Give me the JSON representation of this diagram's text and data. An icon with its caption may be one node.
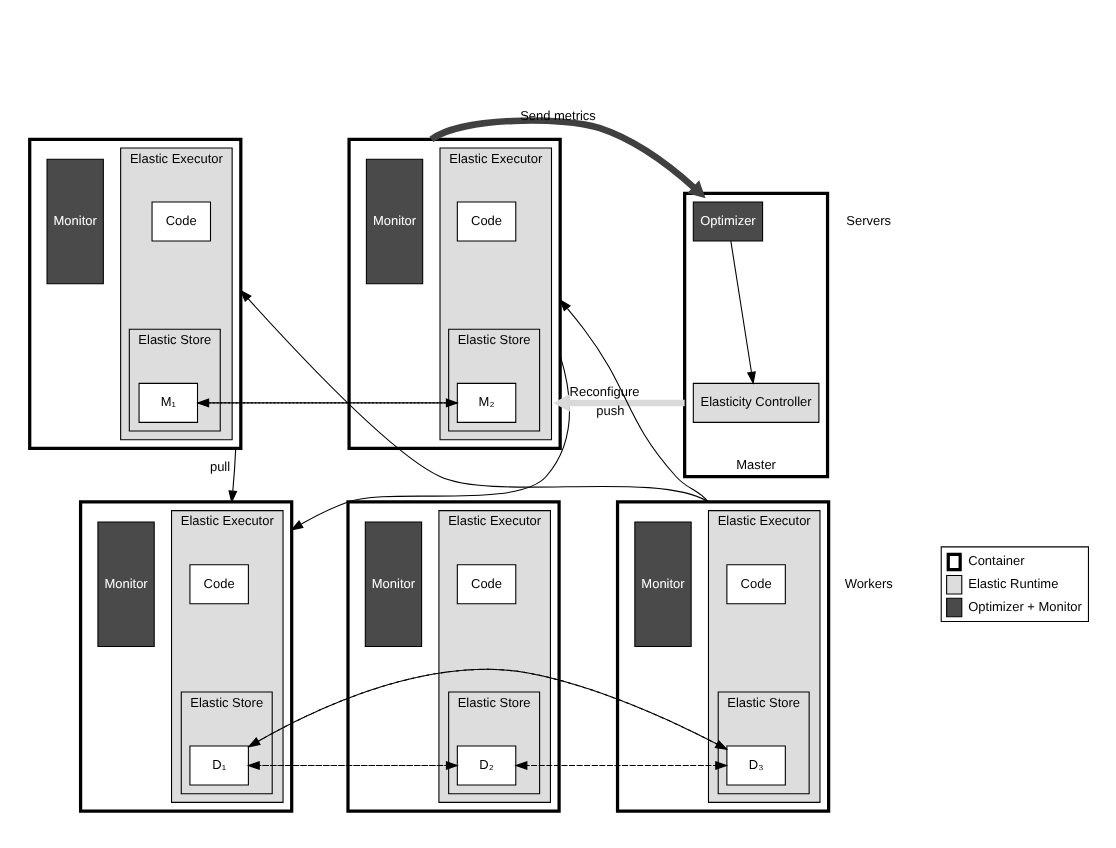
{
  "diagram": {
    "nodes": [
      {
        "text": [],
        "shape": "box"
      },
      {
        "text": [
          "Elastic Executor"
        ],
        "in": 0
      },
      {
        "text": [
          "Code"
        ],
        "in": 1
      },
      {
        "text": [
          "Elastic Store"
        ],
        "in": 1
      },
      {
        "text": [
          "M₁"
        ],
        "in": 3
      },
      {
        "text": [
          "Monitor"
        ],
        "in": 0
      },
      {
        "text": [],
        "shape": "box"
      },
      {
        "text": [
          "Elastic Executor"
        ],
        "in": 6
      },
      {
        "text": [
          "Code"
        ],
        "in": 7
      },
      {
        "text": [
          "Elastic Store"
        ],
        "in": 7
      },
      {
        "text": [
          "M₂"
        ],
        "in": 9
      },
      {
        "text": [
          "Monitor"
        ],
        "in": 6
      },
      {
        "text": [],
        "shape": "box",
        "beside": [
          "Master"
        ]
      },
      {
        "text": [
          "Optimizer"
        ],
        "in": 12
      },
      {
        "text": [
          "Elasticity Controller"
        ],
        "in": 12
      },
      {
        "text": [],
        "shape": "box"
      },
      {
        "text": [
          "Elastic Executor"
        ],
        "in": 15
      },
      {
        "text": [
          "Code"
        ],
        "in": 16
      },
      {
        "text": [
          "Elastic Store"
        ],
        "in": 16
      },
      {
        "text": [
          "D₁"
        ],
        "in": 18
      },
      {
        "text": [
          "Monitor"
        ],
        "in": 15
      },
      {
        "text": [],
        "shape": "box"
      },
      {
        "text": [
          "Elastic Executor"
        ],
        "in": 21
      },
      {
        "text": [
          "Code"
        ],
        "in": 22
      },
      {
        "text": [
          "Elastic Store"
        ],
        "in": 22
      },
      {
        "text": [
          "D₂"
        ],
        "in": 24
      },
      {
        "text": [
          "Monitor"
        ],
        "in": 21
      },
      {
        "text": [],
        "shape": "box"
      },
      {
        "text": [
          "Elastic Executor"
        ],
        "in": 27
      },
      {
        "text": [
          "Code"
        ],
        "in": 28
      },
      {
        "text": [
          "Elastic Store"
        ],
        "in": 28
      },
      {
        "text": [
          "D₃"
        ],
        "in": 30
      },
      {
        "text": [
          "Monitor"
        ],
        "in": 27
      }
    ],
    "edges": [
      {
        "from": 0,
        "to": 15,
        "arrow": "to",
        "label": "pull"
      },
      {
        "from": 6,
        "to": 15,
        "arrow": "to"
      },
      {
        "from": 27,
        "to": 0,
        "arrow": "to"
      },
      {
        "from": 27,
        "to": 6,
        "arrow": "to",
        "label": "push"
      },
      {
        "from": 4,
        "to": 10,
        "arrow": "to",
        "style": "dashed"
      },
      {
        "from": 10,
        "to": 4,
        "arrow": "to",
        "style": "dashed"
      },
      {
        "from": 19,
        "to": 25,
        "arrow": "to",
        "style": "dashed"
      },
      {
        "from": 25,
        "to": 19,
        "arrow": "to",
        "style": "dashed"
      },
      {
        "from": 25,
        "to": 31,
        "arrow": "to",
        "style": "dashed"
      },
      {
        "from": 31,
        "to": 25,
        "arrow": "to",
        "style": "dashed"
      },
      {
        "from": 19,
        "to": 31,
        "arrow": "to",
        "style": "dashed"
      },
      {
        "from": 31,
        "to": 19,
        "arrow": "to",
        "style": "dashed"
      },
      {
        "from": 13,
        "to": 14,
        "arrow": "to"
      },
      {
        "from": 6,
        "to": 12,
        "arrow": "to",
        "label": "Send metrics",
        "style": "thick",
        "color": "#404040"
      },
      {
        "from": 12,
        "to": 6,
        "arrow": "to",
        "label": "Reconfigure",
        "style": "thick",
        "color": "#d9d9d9"
      }
    ],
    "labels": [
      "Servers",
      "Workers"
    ],
    "legend": [
      {
        "text": "Container"
      },
      {
        "text": "Elastic Runtime",
        "color": "#dddddd"
      },
      {
        "text": "Optimizer + Monitor",
        "color": "#4a4a4a"
      }
    ]
  }
}
